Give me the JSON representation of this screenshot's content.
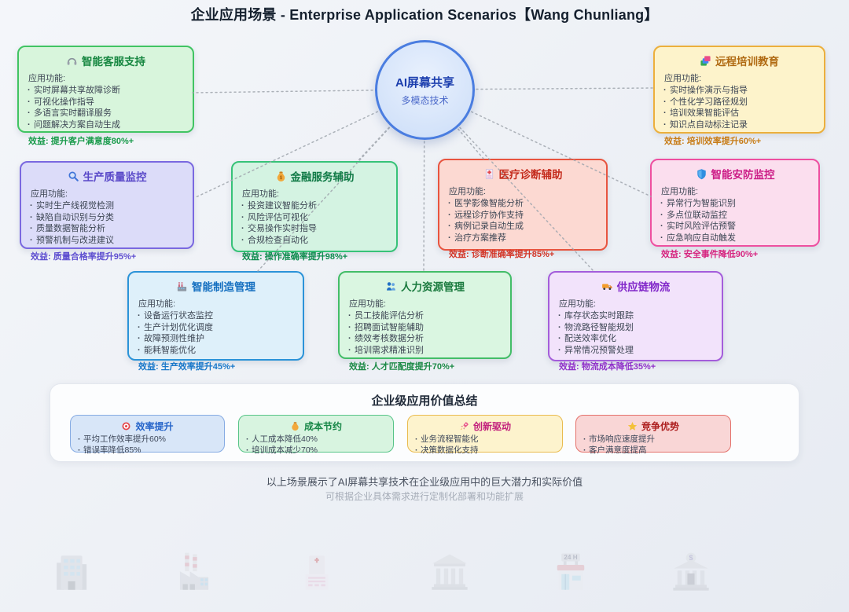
{
  "page": {
    "title": "企业应用场景 - Enterprise Application Scenarios【Wang Chunliang】"
  },
  "center": {
    "title": "AI屏幕共享",
    "subtitle": "多模态技术",
    "accent": "#4a7de0"
  },
  "labels": {
    "features": "应用功能:"
  },
  "scenarios": [
    {
      "icon": "headset-icon",
      "title": "智能客服支持",
      "accent": "#41c463",
      "items": [
        "实时屏幕共享故障诊断",
        "可视化操作指导",
        "多语言实时翻译服务",
        "问题解决方案自动生成"
      ],
      "benefit": "效益: 提升客户满意度80%+"
    },
    {
      "icon": "layers-icon",
      "title": "远程培训教育",
      "accent": "#ecaf3c",
      "items": [
        "实时操作演示与指导",
        "个性化学习路径规划",
        "培训效果智能评估",
        "知识点自动标注记录"
      ],
      "benefit": "效益: 培训效率提升60%+"
    },
    {
      "icon": "magnifier-icon",
      "title": "生产质量监控",
      "accent": "#7a68e0",
      "items": [
        "实时生产线视觉检测",
        "缺陷自动识别与分类",
        "质量数据智能分析",
        "预警机制与改进建议"
      ],
      "benefit": "效益: 质量合格率提升95%+"
    },
    {
      "icon": "moneybag-icon",
      "title": "金融服务辅助",
      "accent": "#37c278",
      "items": [
        "投资建议智能分析",
        "风险评估可视化",
        "交易操作实时指导",
        "合规检查自动化"
      ],
      "benefit": "效益: 操作准确率提升98%+"
    },
    {
      "icon": "medical-record-icon",
      "title": "医疗诊断辅助",
      "accent": "#e8543f",
      "items": [
        "医学影像智能分析",
        "远程诊疗协作支持",
        "病例记录自动生成",
        "治疗方案推荐"
      ],
      "benefit": "效益: 诊断准确率提升85%+"
    },
    {
      "icon": "shield-icon",
      "title": "智能安防监控",
      "accent": "#ee4fa0",
      "items": [
        "异常行为智能识别",
        "多点位联动监控",
        "实时风险评估预警",
        "应急响应自动触发"
      ],
      "benefit": "效益: 安全事件降低90%+"
    },
    {
      "icon": "factory-icon",
      "title": "智能制造管理",
      "accent": "#2b93d8",
      "items": [
        "设备运行状态监控",
        "生产计划优化调度",
        "故障预测性维护",
        "能耗智能优化"
      ],
      "benefit": "效益: 生产效率提升45%+"
    },
    {
      "icon": "people-icon",
      "title": "人力资源管理",
      "accent": "#43bd68",
      "items": [
        "员工技能评估分析",
        "招聘面试智能辅助",
        "绩效考核数据分析",
        "培训需求精准识别"
      ],
      "benefit": "效益: 人才匹配度提升70%+"
    },
    {
      "icon": "truck-icon",
      "title": "供应链物流",
      "accent": "#a45ddb",
      "items": [
        "库存状态实时跟踪",
        "物流路径智能规划",
        "配送效率优化",
        "异常情况预警处理"
      ],
      "benefit": "效益: 物流成本降低35%+"
    }
  ],
  "summary": {
    "title": "企业级应用价值总结",
    "cards": [
      {
        "icon": "target-icon",
        "title": "效率提升",
        "accent": "#2463c9",
        "items": [
          "平均工作效率提升60%",
          "错误率降低85%"
        ]
      },
      {
        "icon": "moneybag-icon",
        "title": "成本节约",
        "accent": "#178747",
        "items": [
          "人工成本降低40%",
          "培训成本减少70%"
        ]
      },
      {
        "icon": "rocket-icon",
        "title": "创新驱动",
        "accent": "#c2217d",
        "items": [
          "业务流程智能化",
          "决策数据化支持"
        ]
      },
      {
        "icon": "star-icon",
        "title": "竞争优势",
        "accent": "#ad1f1f",
        "items": [
          "市场响应速度提升",
          "客户满意度提高"
        ]
      }
    ]
  },
  "footer": {
    "line1": "以上场景展示了AI屏幕共享技术在企业级应用中的巨大潜力和实际价值",
    "line2": "可根据企业具体需求进行定制化部署和功能扩展"
  },
  "decor_icons": [
    "office-building-icon",
    "factory-icon",
    "hospital-icon",
    "museum-icon",
    "store-24h-icon",
    "bank-icon"
  ]
}
